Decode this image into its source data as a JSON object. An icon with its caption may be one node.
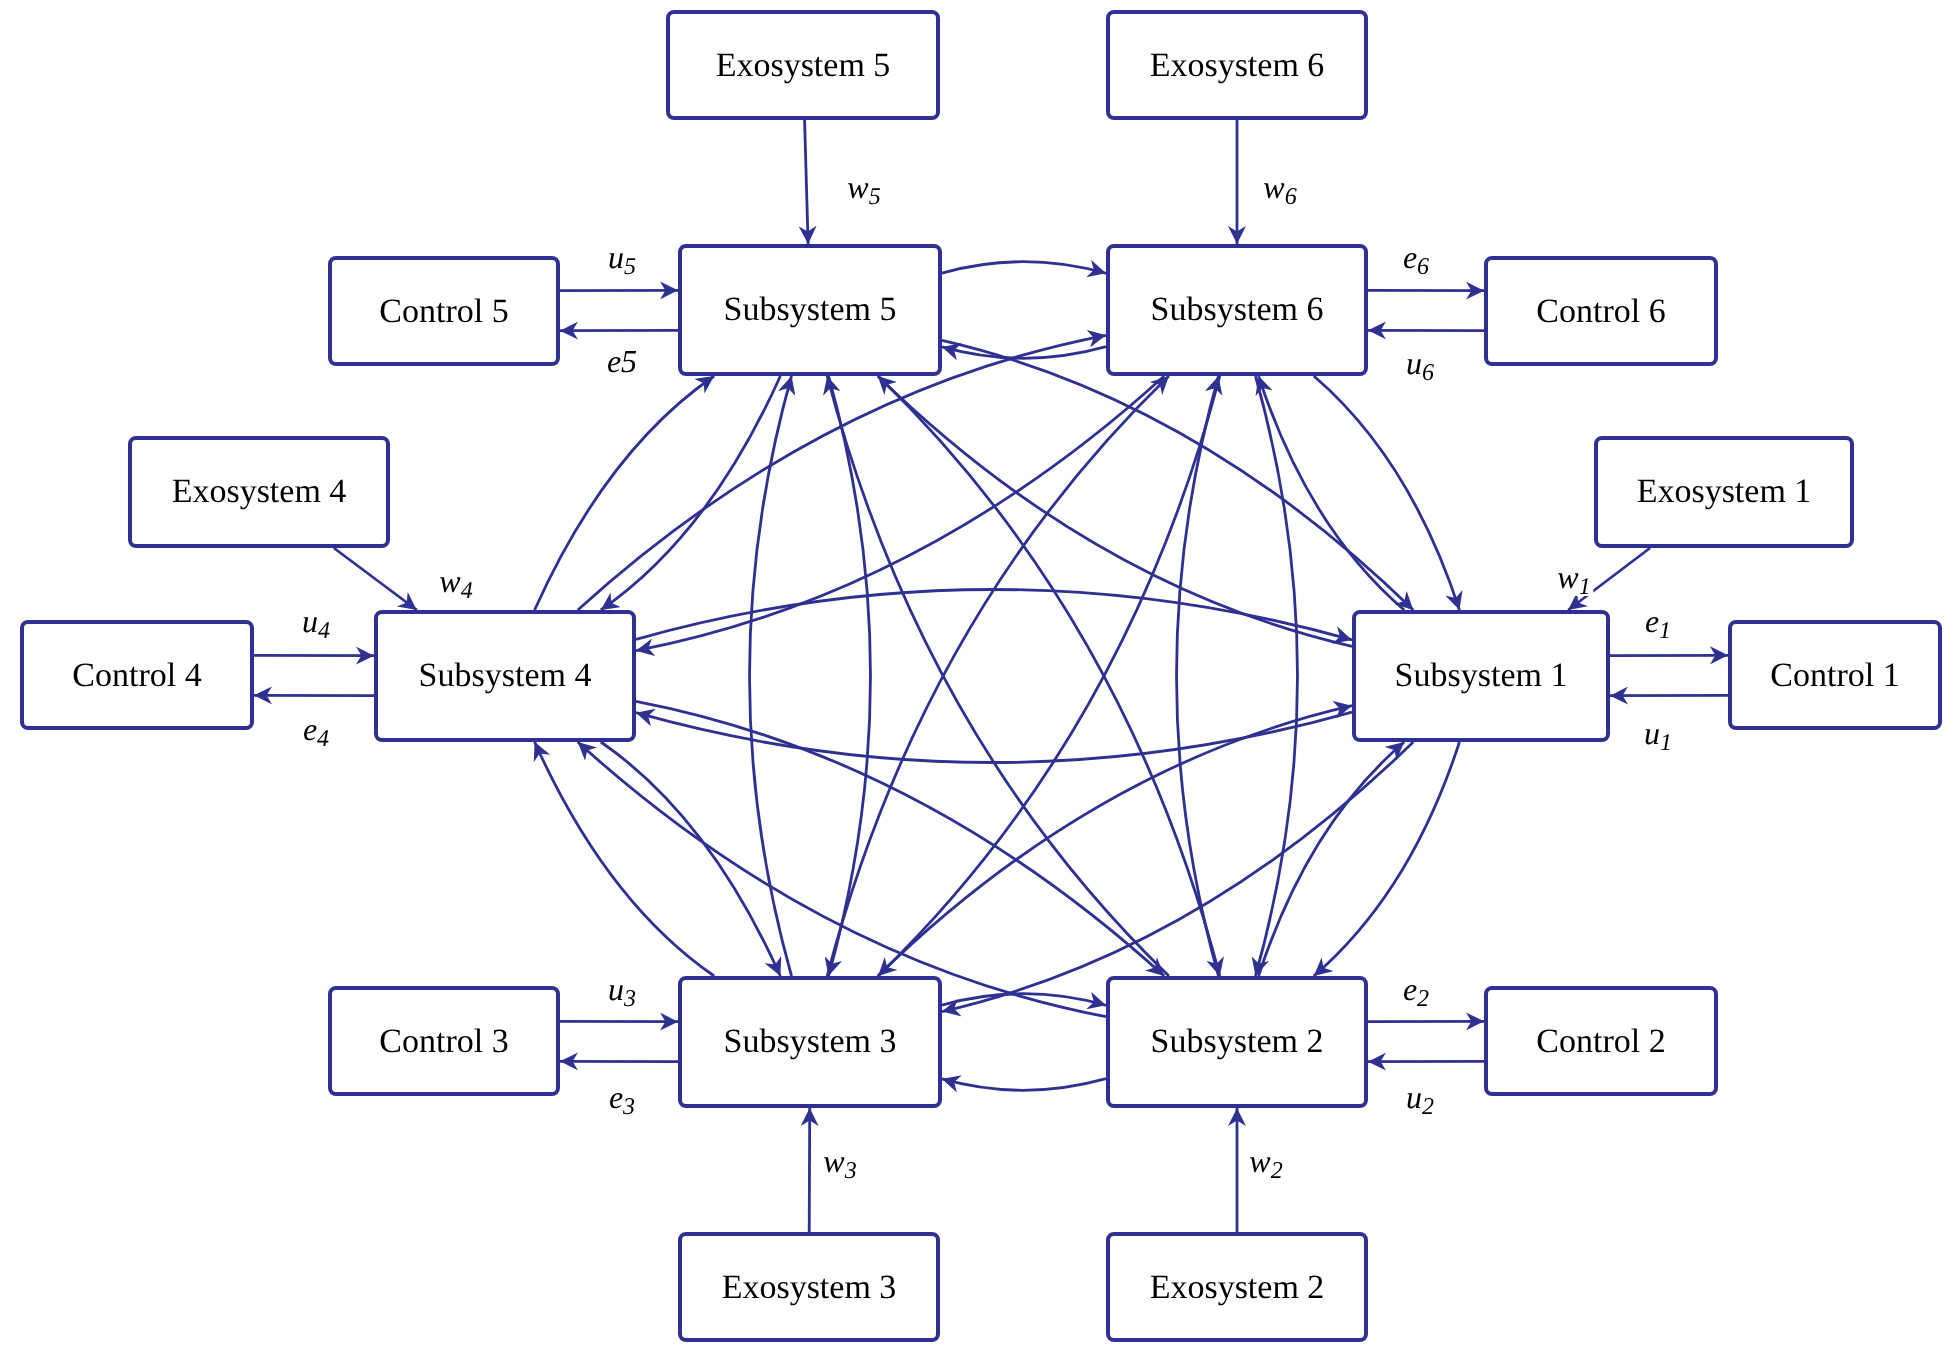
{
  "diagram": {
    "nodes": [
      {
        "text": [
          "Exosystem 5"
        ]
      },
      {
        "text": [
          "Exosystem 6"
        ]
      },
      {
        "text": [
          "Control 5"
        ]
      },
      {
        "text": [
          "Subsystem 5"
        ]
      },
      {
        "text": [
          "Subsystem 6"
        ]
      },
      {
        "text": [
          "Control 6"
        ]
      },
      {
        "text": [
          "Exosystem 4"
        ]
      },
      {
        "text": [
          "Exosystem 1"
        ]
      },
      {
        "text": [
          "Control 4"
        ]
      },
      {
        "text": [
          "Subsystem 4"
        ]
      },
      {
        "text": [
          "Subsystem 1"
        ]
      },
      {
        "text": [
          "Control 1"
        ]
      },
      {
        "text": [
          "Control 3"
        ]
      },
      {
        "text": [
          "Subsystem 3"
        ]
      },
      {
        "text": [
          "Subsystem 2"
        ]
      },
      {
        "text": [
          "Control 2"
        ]
      },
      {
        "text": [
          "Exosystem 3"
        ]
      },
      {
        "text": [
          "Exosystem 2"
        ]
      }
    ],
    "edges": [
      {
        "from": 0,
        "to": 3,
        "arrow": "to",
        "label": "w$_{5}$"
      },
      {
        "from": 1,
        "to": 4,
        "arrow": "to",
        "label": "w$_{6}$"
      },
      {
        "from": 2,
        "to": 3,
        "arrow": "to",
        "label": "u$_{5}$"
      },
      {
        "from": 3,
        "to": 2,
        "arrow": "to",
        "label": "e5"
      },
      {
        "from": 4,
        "to": 5,
        "arrow": "to",
        "label": "e$_{6}$"
      },
      {
        "from": 5,
        "to": 4,
        "arrow": "to",
        "label": "u$_{6}$"
      },
      {
        "from": 6,
        "to": 9,
        "arrow": "to",
        "label": "w$_{4}$"
      },
      {
        "from": 7,
        "to": 10,
        "arrow": "to",
        "label": "w$_{1}$"
      },
      {
        "from": 8,
        "to": 9,
        "arrow": "to",
        "label": "u$_{4}$"
      },
      {
        "from": 9,
        "to": 8,
        "arrow": "to",
        "label": "e$_{4}$"
      },
      {
        "from": 10,
        "to": 11,
        "arrow": "to",
        "label": "e$_{1}$"
      },
      {
        "from": 11,
        "to": 10,
        "arrow": "to",
        "label": "u$_{1}$"
      },
      {
        "from": 13,
        "to": 12,
        "arrow": "to",
        "label": "e$_{3}$"
      },
      {
        "from": 12,
        "to": 13,
        "arrow": "to",
        "label": "u$_{3}$"
      },
      {
        "from": 14,
        "to": 15,
        "arrow": "to",
        "label": "e$_{2}$"
      },
      {
        "from": 15,
        "to": 14,
        "arrow": "to",
        "label": "u$_{2}$"
      },
      {
        "from": 16,
        "to": 13,
        "arrow": "to",
        "label": "w$_{3}$"
      },
      {
        "from": 17,
        "to": 14,
        "arrow": "to",
        "label": "w$_{2}$"
      },
      {
        "from": 3,
        "to": 4,
        "arrow": "to"
      },
      {
        "from": 4,
        "to": 3,
        "arrow": "to"
      },
      {
        "from": 3,
        "to": 9,
        "arrow": "to"
      },
      {
        "from": 9,
        "to": 3,
        "arrow": "to"
      },
      {
        "from": 3,
        "to": 10,
        "arrow": "to"
      },
      {
        "from": 10,
        "to": 3,
        "arrow": "to"
      },
      {
        "from": 3,
        "to": 13,
        "arrow": "to"
      },
      {
        "from": 13,
        "to": 3,
        "arrow": "to"
      },
      {
        "from": 3,
        "to": 14,
        "arrow": "to"
      },
      {
        "from": 14,
        "to": 3,
        "arrow": "to"
      },
      {
        "from": 4,
        "to": 9,
        "arrow": "to"
      },
      {
        "from": 9,
        "to": 4,
        "arrow": "to"
      },
      {
        "from": 4,
        "to": 10,
        "arrow": "to"
      },
      {
        "from": 10,
        "to": 4,
        "arrow": "to"
      },
      {
        "from": 4,
        "to": 13,
        "arrow": "to"
      },
      {
        "from": 13,
        "to": 4,
        "arrow": "to"
      },
      {
        "from": 4,
        "to": 14,
        "arrow": "to"
      },
      {
        "from": 14,
        "to": 4,
        "arrow": "to"
      },
      {
        "from": 9,
        "to": 10,
        "arrow": "to"
      },
      {
        "from": 10,
        "to": 9,
        "arrow": "to"
      },
      {
        "from": 9,
        "to": 13,
        "arrow": "to"
      },
      {
        "from": 13,
        "to": 9,
        "arrow": "to"
      },
      {
        "from": 9,
        "to": 14,
        "arrow": "to"
      },
      {
        "from": 14,
        "to": 9,
        "arrow": "to"
      },
      {
        "from": 10,
        "to": 13,
        "arrow": "to"
      },
      {
        "from": 13,
        "to": 10,
        "arrow": "to"
      },
      {
        "from": 10,
        "to": 14,
        "arrow": "to"
      },
      {
        "from": 14,
        "to": 10,
        "arrow": "to"
      },
      {
        "from": 13,
        "to": 14,
        "arrow": "to"
      },
      {
        "from": 14,
        "to": 13,
        "arrow": "to"
      }
    ]
  }
}
